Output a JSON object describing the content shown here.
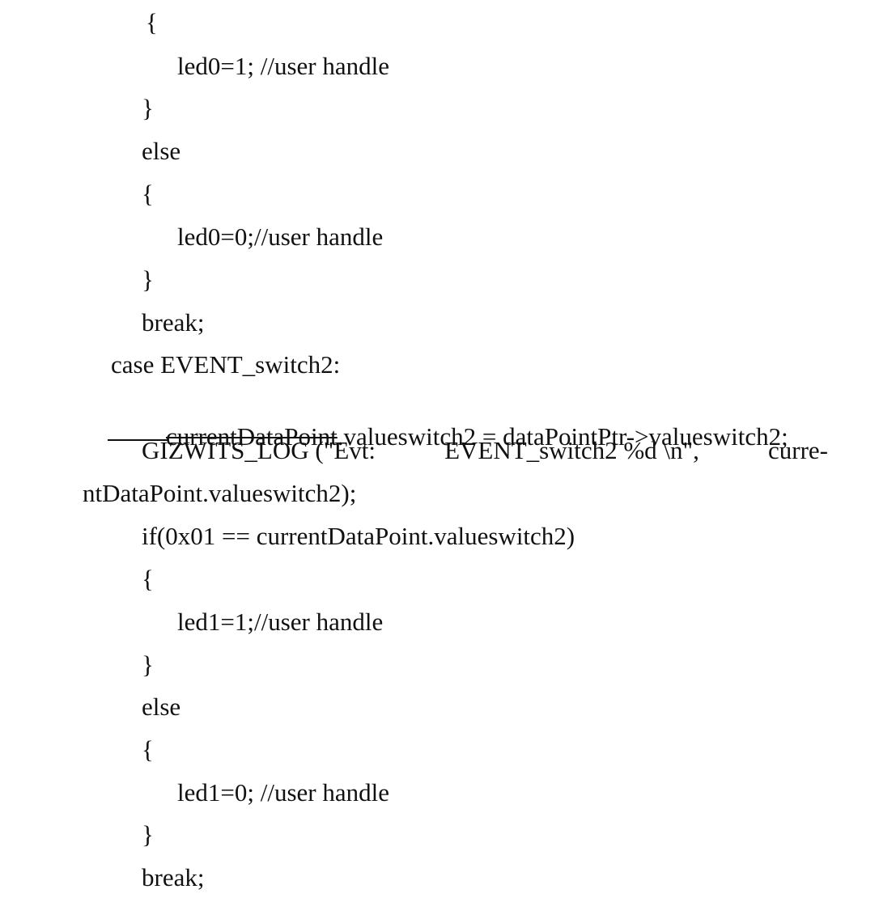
{
  "code": {
    "l1": "{",
    "l2": "led0=1; //user handle",
    "l3": "}",
    "l4": "else",
    "l5": "{",
    "l6": "led0=0;//user handle",
    "l7": "}",
    "l8": "break;",
    "l9": "case EVENT_switch2:",
    "l10_struck": "currentDataPoint",
    "l10_rest": ".valueswitch2 = dataPointPtr->valueswitch2;",
    "l11_a": "GIZWITS_LOG (\"Evt:",
    "l11_b": "EVENT_switch2 %d \\n\",",
    "l11_c": "curre-",
    "l12": "ntDataPoint.valueswitch2);",
    "l13": "if(0x01 == currentDataPoint.valueswitch2)",
    "l14": "{",
    "l15": "led1=1;//user handle",
    "l16": "}",
    "l17": "else",
    "l18": "{",
    "l19": "led1=0; //user handle",
    "l20": "}",
    "l21": "break;"
  }
}
